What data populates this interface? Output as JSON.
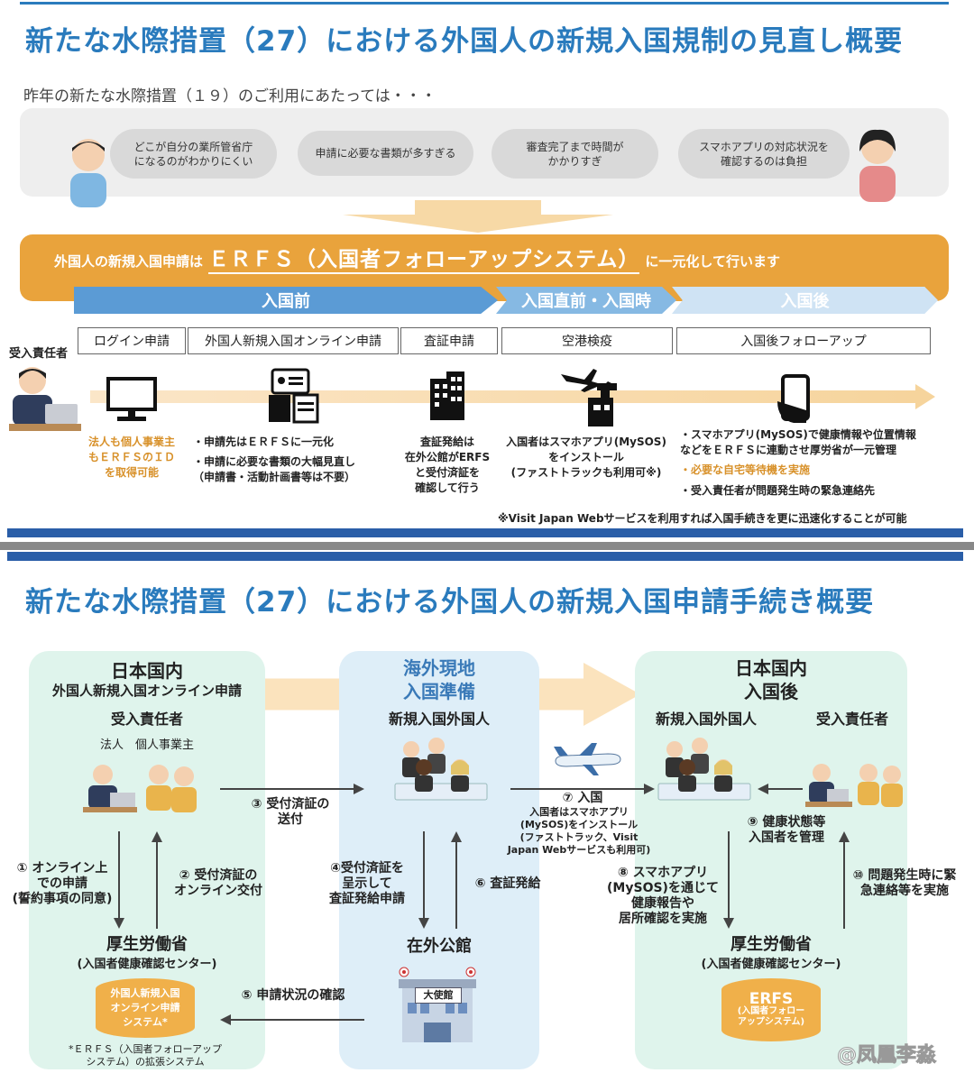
{
  "top": {
    "title": "新たな水際措置（27）における外国人の新規入国規制の見直し概要",
    "subtitle": "昨年の新たな水際措置（１９）のご利用にあたっては・・・",
    "clouds": [
      "どこが自分の業所管省庁\nになるのがわかりにくい",
      "申請に必要な書類が多すぎる",
      "審査完了まで時間が\nかかりすぎ",
      "スマホアプリの対応状況を\n確認するのは負担"
    ],
    "banner_prefix": "外国人の新規入国申請は",
    "banner_main": "ＥＲＦＳ（入国者フォローアップシステム）",
    "banner_suffix": "に一元化して行います",
    "phases": [
      "入国前",
      "入国直前・入国時",
      "入国後"
    ],
    "receiver_label": "受入責任者",
    "steps": [
      "ログイン申請",
      "外国人新規入国オンライン申請",
      "査証申請",
      "空港検疫",
      "入国後フォローアップ"
    ],
    "desc_login": "法人も個人事業主\nもＥＲＦＳのＩＤ\nを取得可能",
    "desc_online_1": "・申請先はＥＲＦＳに一元化",
    "desc_online_2": "・申請に必要な書類の大幅見直し\n（申請書・活動計画書等は不要）",
    "desc_visa": "査証発給は\n在外公館がERFS\nと受付済証を\n確認して行う",
    "desc_airport": "入国者はスマホアプリ(MySOS)\nをインストール\n(ファストトラックも利用可※)",
    "desc_after_1": "・スマホアプリ(MySOS)で健康情報や位置情報\nなどをＥＲＦＳに連動させ厚労省が一元管理",
    "desc_after_2": "・必要な自宅等待機を実施",
    "desc_after_3": "・受入責任者が問題発生時の緊急連絡先",
    "footnote": "※Visit Japan Webサービスを利用すれば入国手続きを更に迅速化することが可能"
  },
  "bottom": {
    "title": "新たな水際措置（27）における外国人の新規入国申請手続き概要",
    "left_panel": {
      "title": "日本国内",
      "subtitle": "外国人新規入国オンライン申請",
      "receiver": "受入責任者",
      "types": "法人　個人事業主",
      "mhlw": "厚生労働省",
      "center": "(入国者健康確認センター)",
      "system": "外国人新規入国\nオンライン申請\nシステム*",
      "system_note": "*ＥＲＦＳ（入国者フォローアップ\nシステム）の拡張システム"
    },
    "mid_panel": {
      "title": "海外現地\n入国準備",
      "foreigner": "新規入国外国人",
      "embassy": "在外公館",
      "embassy_sign": "大使館"
    },
    "right_panel": {
      "title": "日本国内\n入国後",
      "foreigner": "新規入国外国人",
      "receiver": "受入責任者",
      "mhlw": "厚生労働省",
      "center": "(入国者健康確認センター)",
      "erfs": "ERFS",
      "erfs_sub": "(入国者フォロー\nアップシステム)"
    },
    "steps": {
      "s1": "① オンライン上\nでの申請\n(誓約事項の同意)",
      "s2": "② 受付済証の\nオンライン交付",
      "s3": "③ 受付済証の\n送付",
      "s4": "④受付済証を\n呈示して\n査証発給申請",
      "s5": "⑤ 申請状況の確認",
      "s6": "⑥ 査証発給",
      "s7": "⑦ 入国",
      "s7_detail": "入国者はスマホアプリ\n(MySOS)をインストール\n(ファストトラック、Visit\nJapan Webサービスも利用可)",
      "s8": "⑧ スマホアプリ\n(MySOS)を通じて\n健康報告や\n居所確認を実施",
      "s9": "⑨ 健康状態等\n入国者を管理",
      "s10": "⑩ 問題発生時に緊\n急連絡等を実施"
    },
    "watermark": "@凤凰李淼"
  }
}
